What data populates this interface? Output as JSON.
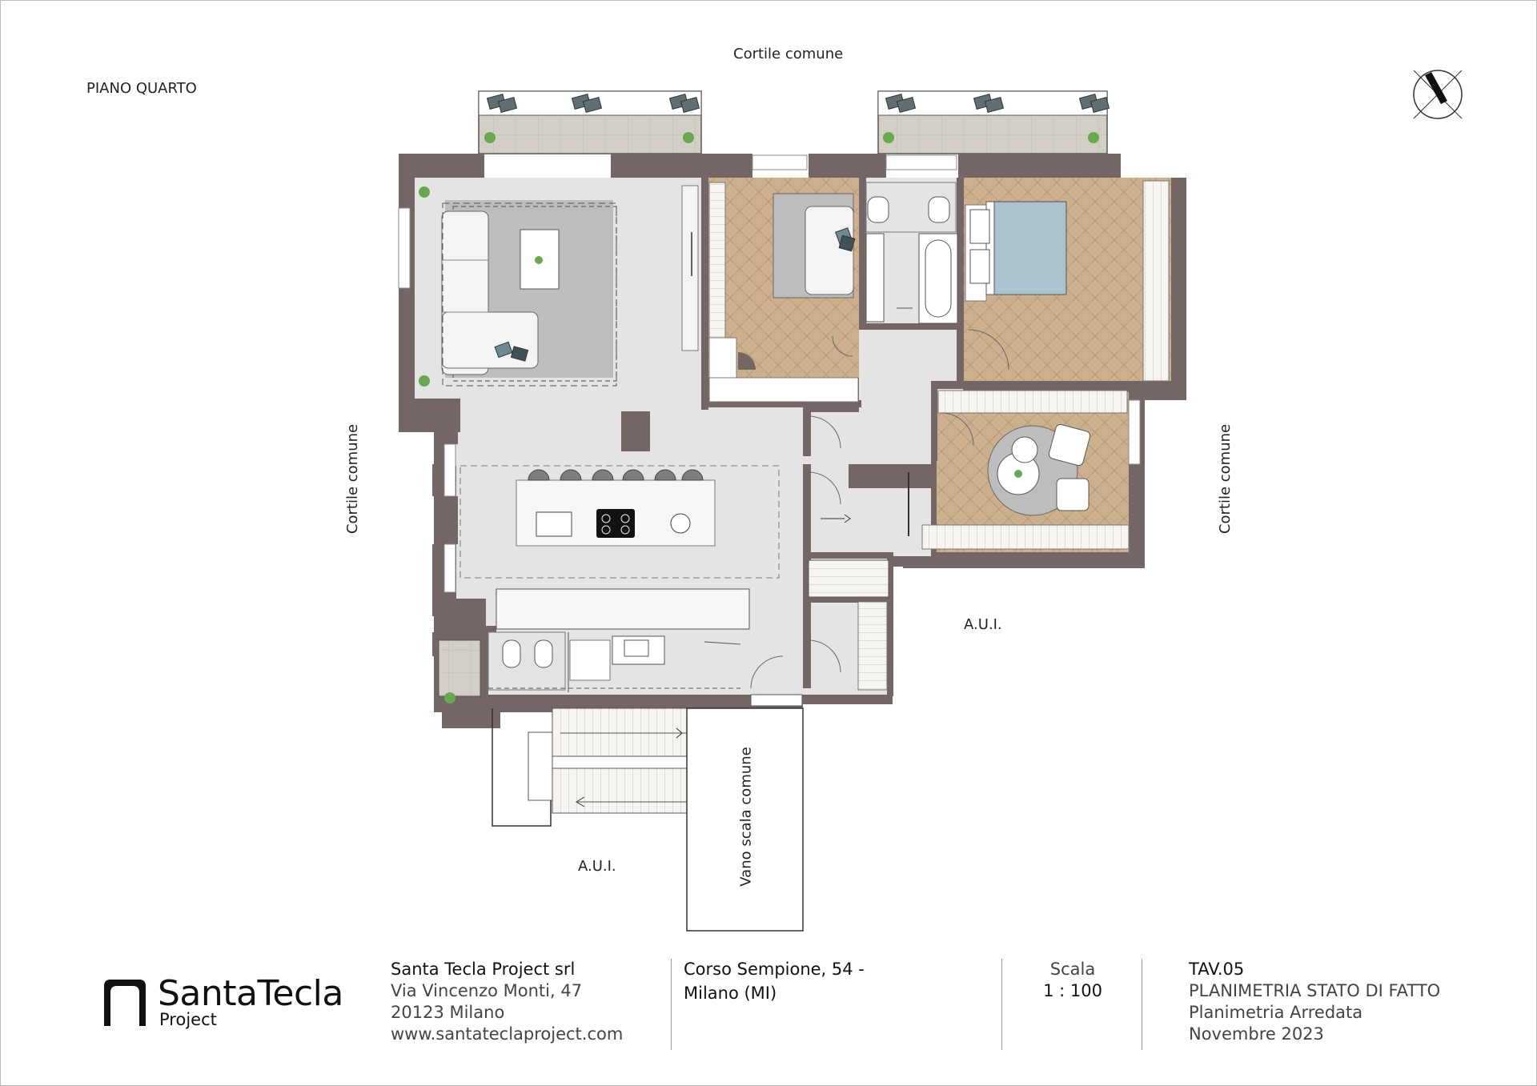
{
  "plan": {
    "floor_label": "PIANO QUARTO",
    "top_courtyard": "Cortile comune",
    "left_courtyard": "Cortile comune",
    "right_courtyard": "Cortile comune",
    "aui_right": "A.U.I.",
    "aui_bottom": "A.U.I.",
    "stair_label": "Vano scala comune"
  },
  "colors": {
    "wall": "#736665",
    "floor_stone": "#e4e4e4",
    "wood": "#cdb18e",
    "terrace": "#d3cfc7",
    "bed": "#a9c4ce",
    "rug": "#bdbdbd",
    "plant": "#6aa84f"
  },
  "footer": {
    "company": {
      "name": "Santa Tecla Project srl",
      "address": "Via Vincenzo Monti, 47",
      "city": "20123 Milano",
      "website": "www.santateclaproject.com"
    },
    "logo": {
      "name": "SantaTecla",
      "sub": "Project"
    },
    "site": {
      "line1": "Corso Sempione, 54 -",
      "line2": "Milano (MI)"
    },
    "scale": {
      "label": "Scala",
      "value": "1 : 100"
    },
    "sheet": {
      "code": "TAV.05",
      "title": "PLANIMETRIA STATO DI FATTO",
      "subtitle": "Planimetria Arredata",
      "date": "Novembre 2023"
    }
  }
}
